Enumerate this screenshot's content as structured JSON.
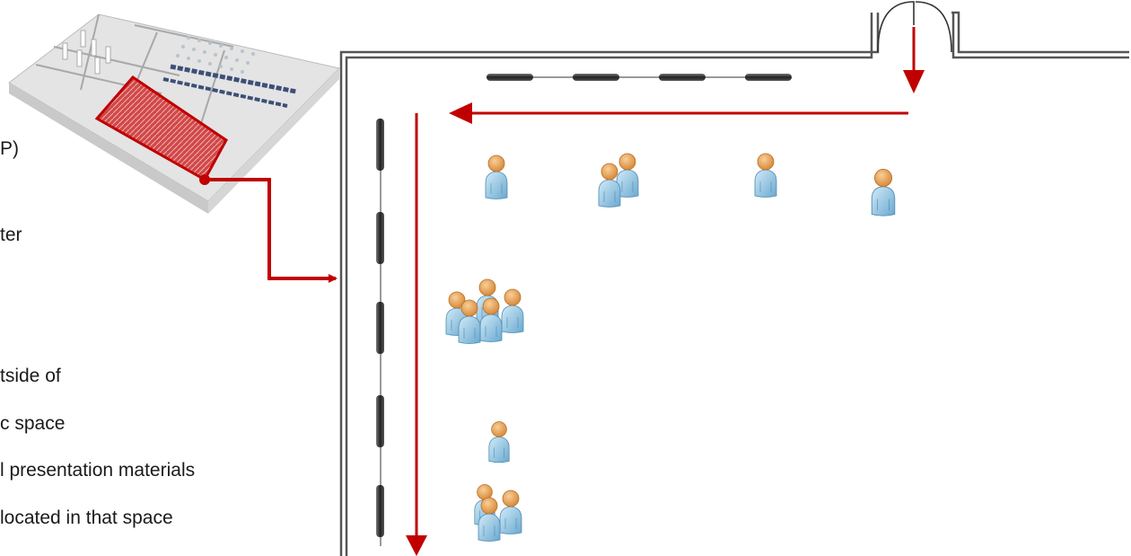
{
  "left_text_fragments": [
    "P)",
    "ter",
    "tside of",
    "c space",
    "l presentation materials",
    "located in that space"
  ],
  "colors": {
    "flow_arrow": "#c00000",
    "callout": "#c00000",
    "highlight_fill": "#c00000",
    "wall": "#555555",
    "person_body": "#8fc3e2",
    "person_head": "#e9a95f",
    "display": "#333333"
  },
  "icons": {
    "display": "wall-display-icon",
    "person": "person-icon",
    "door": "double-door-icon",
    "building": "building-thumbnail-icon"
  },
  "floorplan": {
    "top_display_count": 4,
    "side_display_count": 5,
    "people_group_sizes": [
      1,
      2,
      1,
      1,
      5,
      1,
      3
    ]
  }
}
